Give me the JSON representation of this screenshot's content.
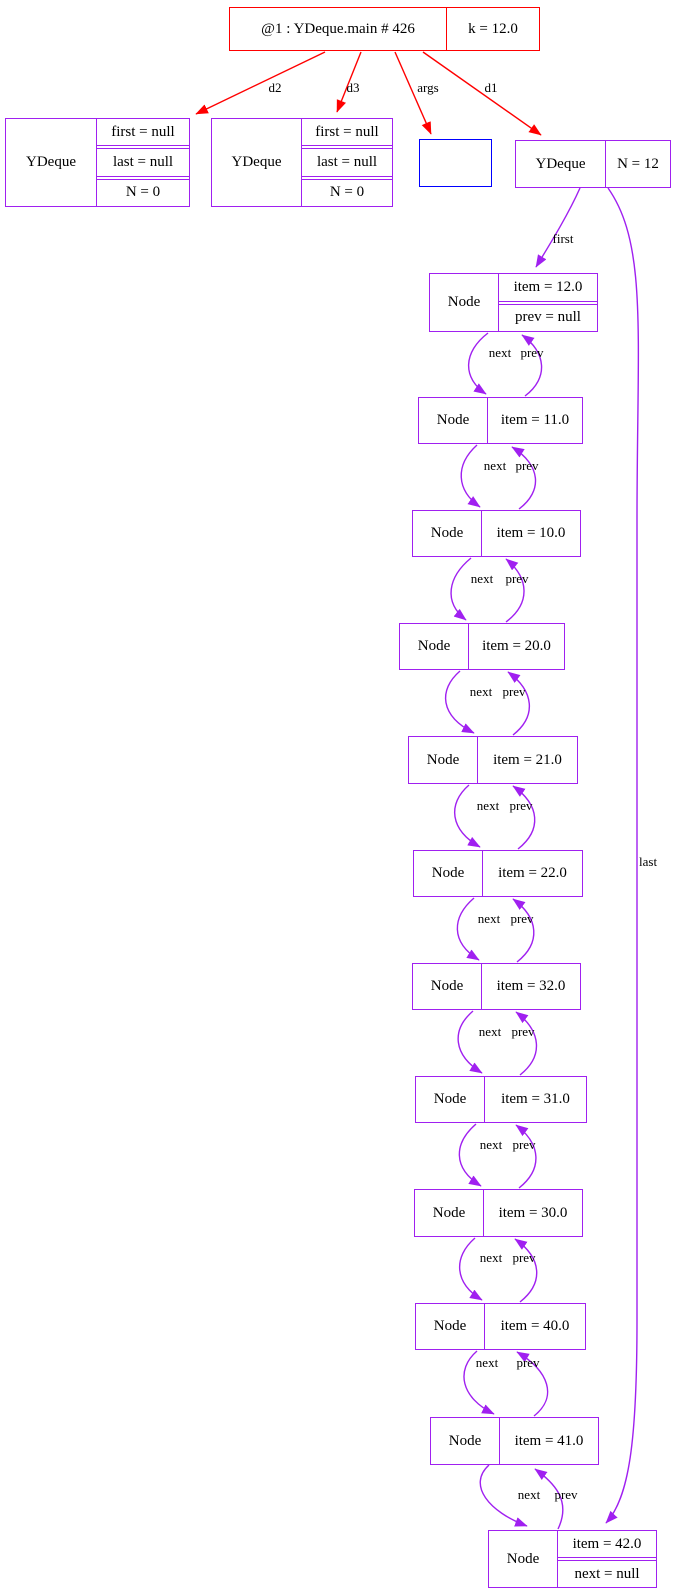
{
  "frame": {
    "label": "@1 : YDeque.main # 426",
    "k_field": "k = 12.0"
  },
  "labels": {
    "d2": "d2",
    "d3": "d3",
    "args": "args",
    "d1": "d1",
    "first": "first",
    "last": "last",
    "next": "next",
    "prev": "prev"
  },
  "deques": [
    {
      "label": "YDeque",
      "fields": [
        "first = null",
        "last = null",
        "N = 0"
      ]
    },
    {
      "label": "YDeque",
      "fields": [
        "first = null",
        "last = null",
        "N = 0"
      ]
    },
    {
      "label": "YDeque",
      "fields": [
        "N = 12"
      ]
    }
  ],
  "nodes": [
    {
      "label": "Node",
      "fields": [
        "item = 12.0",
        "prev = null"
      ]
    },
    {
      "label": "Node",
      "fields": [
        "item = 11.0"
      ]
    },
    {
      "label": "Node",
      "fields": [
        "item = 10.0"
      ]
    },
    {
      "label": "Node",
      "fields": [
        "item = 20.0"
      ]
    },
    {
      "label": "Node",
      "fields": [
        "item = 21.0"
      ]
    },
    {
      "label": "Node",
      "fields": [
        "item = 22.0"
      ]
    },
    {
      "label": "Node",
      "fields": [
        "item = 32.0"
      ]
    },
    {
      "label": "Node",
      "fields": [
        "item = 31.0"
      ]
    },
    {
      "label": "Node",
      "fields": [
        "item = 30.0"
      ]
    },
    {
      "label": "Node",
      "fields": [
        "item = 40.0"
      ]
    },
    {
      "label": "Node",
      "fields": [
        "item = 41.0"
      ]
    },
    {
      "label": "Node",
      "fields": [
        "item = 42.0",
        "next = null"
      ]
    }
  ],
  "colors": {
    "frame_border": "#ff0000",
    "object_border": "#a020f0",
    "array_border": "#0000ff",
    "text": "#000000",
    "background": "#ffffff"
  }
}
